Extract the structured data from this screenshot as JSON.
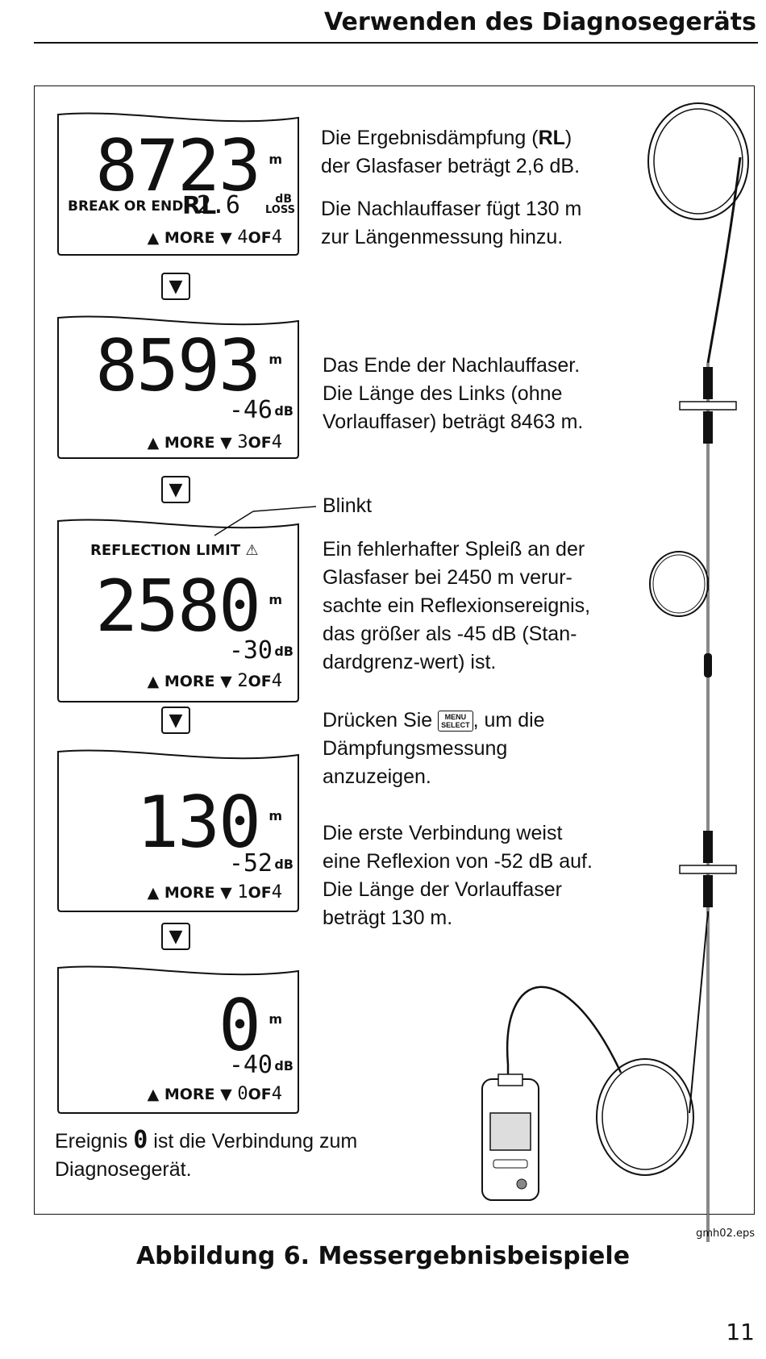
{
  "header": {
    "title": "Verwenden des Diagnosegeräts"
  },
  "displays": [
    {
      "main": "8723",
      "unit": "m",
      "left_label": "BREAK OR END",
      "rl": "RL",
      "db_value": "2.6",
      "db_unit_top": "dB",
      "db_unit_bottom": "LOSS",
      "more": "MORE",
      "page": "4",
      "of": "OF",
      "total": "4"
    },
    {
      "main": "8593",
      "unit": "m",
      "db_value": "-46",
      "db_unit": "dB",
      "more": "MORE",
      "page": "3",
      "of": "OF",
      "total": "4"
    },
    {
      "top_label": "REFLECTION LIMIT",
      "main": "2580",
      "unit": "m",
      "db_value": "-30",
      "db_unit": "dB",
      "more": "MORE",
      "page": "2",
      "of": "OF",
      "total": "4"
    },
    {
      "main": "130",
      "unit": "m",
      "db_value": "-52",
      "db_unit": "dB",
      "more": "MORE",
      "page": "1",
      "of": "OF",
      "total": "4"
    },
    {
      "main": "0",
      "unit": "m",
      "db_value": "-40",
      "db_unit": "dB",
      "more": "MORE",
      "page": "0",
      "of": "OF",
      "total": "4"
    }
  ],
  "descriptions": {
    "d1_line1_a": "Die Ergebnisdämpfung (",
    "d1_line1_b": "RL",
    "d1_line1_c": ")",
    "d1_line2": "der Glasfaser beträgt 2,6 dB.",
    "d1b_line1": "Die Nachlauffaser fügt 130 m",
    "d1b_line2": "zur Längenmessung hinzu.",
    "d2_line1": "Das Ende der Nachlauffaser.",
    "d2_line2": "Die Länge des Links (ohne",
    "d2_line3": "Vorlauffaser) beträgt 8463 m.",
    "blinkt": "Blinkt",
    "d3_line1": "Ein fehlerhafter Spleiß an der",
    "d3_line2": "Glasfaser bei 2450 m verur-",
    "d3_line3": "sachte ein Reflexionsereignis,",
    "d3_line4": "das größer als -45 dB (Stan-",
    "d3_line5": "dardgrenz-wert) ist.",
    "d4_line1_a": "Drücken Sie ",
    "d4_line1_b": ", um die",
    "d4_line2": "Dämpfungsmessung",
    "d4_line3": "anzuzeigen.",
    "menu_key_top": "MENU",
    "menu_key_bottom": "SELECT",
    "d5_line1": "Die erste Verbindung weist",
    "d5_line2": "eine Reflexion von -52 dB auf.",
    "d5_line3": "Die Länge der Vorlauffaser",
    "d5_line4": "beträgt 130 m.",
    "d6_line1_a": "Ereignis ",
    "d6_zero": "0",
    "d6_line1_b": " ist die Verbindung zum",
    "d6_line2": "Diagnosegerät."
  },
  "figure": {
    "file_label": "gmh02.eps",
    "caption": "Abbildung 6. Messergebnisbeispiele"
  },
  "page_number": "11"
}
